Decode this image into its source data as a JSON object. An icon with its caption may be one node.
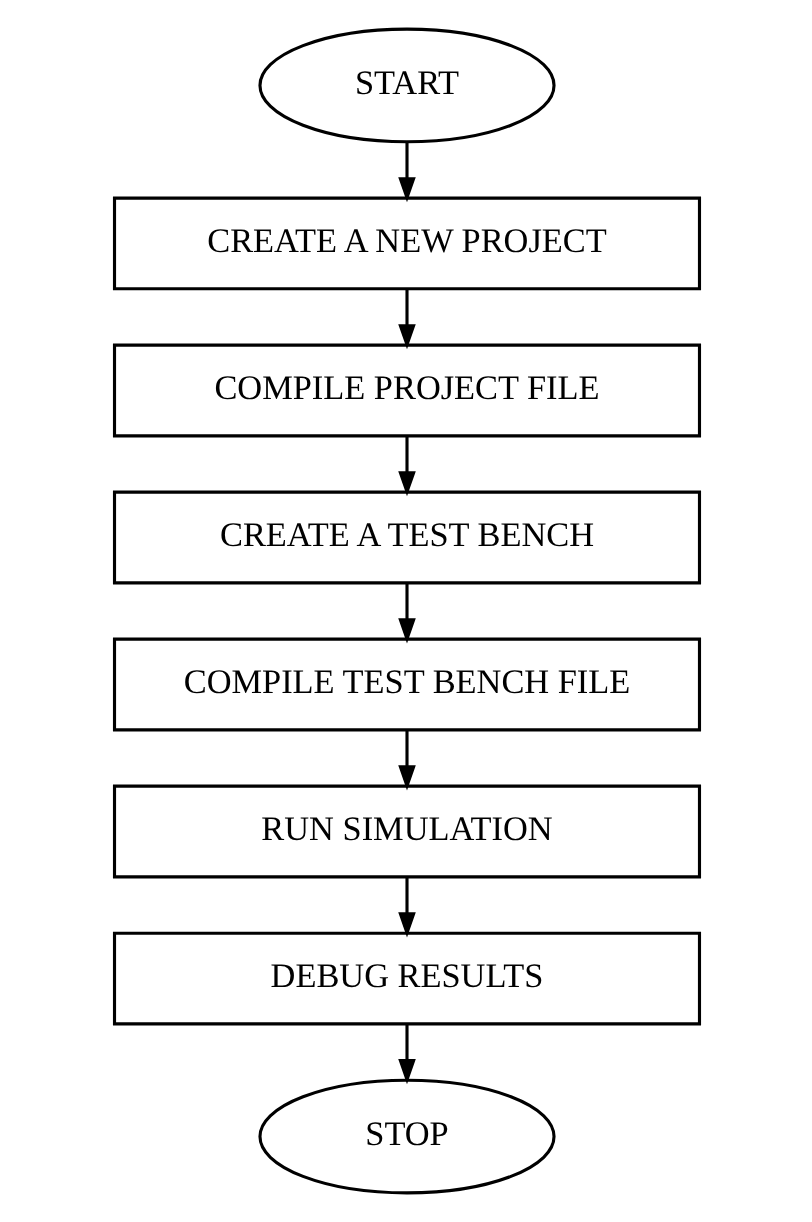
{
  "diagram": {
    "nodes": [
      {
        "text": [
          "START"
        ]
      },
      {
        "text": [
          "CREATE A NEW PROJECT"
        ]
      },
      {
        "text": [
          "COMPILE PROJECT FILE"
        ]
      },
      {
        "text": [
          "CREATE A TEST BENCH"
        ]
      },
      {
        "text": [
          "COMPILE TEST BENCH FILE"
        ]
      },
      {
        "text": [
          "RUN SIMULATION"
        ]
      },
      {
        "text": [
          "DEBUG RESULTS"
        ]
      },
      {
        "text": [
          "STOP"
        ]
      }
    ],
    "edges": [
      {
        "from": 0,
        "to": 1,
        "arrow": "to"
      },
      {
        "from": 1,
        "to": 2,
        "arrow": "to"
      },
      {
        "from": 2,
        "to": 3,
        "arrow": "to"
      },
      {
        "from": 3,
        "to": 4,
        "arrow": "to"
      },
      {
        "from": 4,
        "to": 5,
        "arrow": "to"
      },
      {
        "from": 5,
        "to": 6,
        "arrow": "to"
      },
      {
        "from": 6,
        "to": 7,
        "arrow": "to"
      }
    ]
  }
}
